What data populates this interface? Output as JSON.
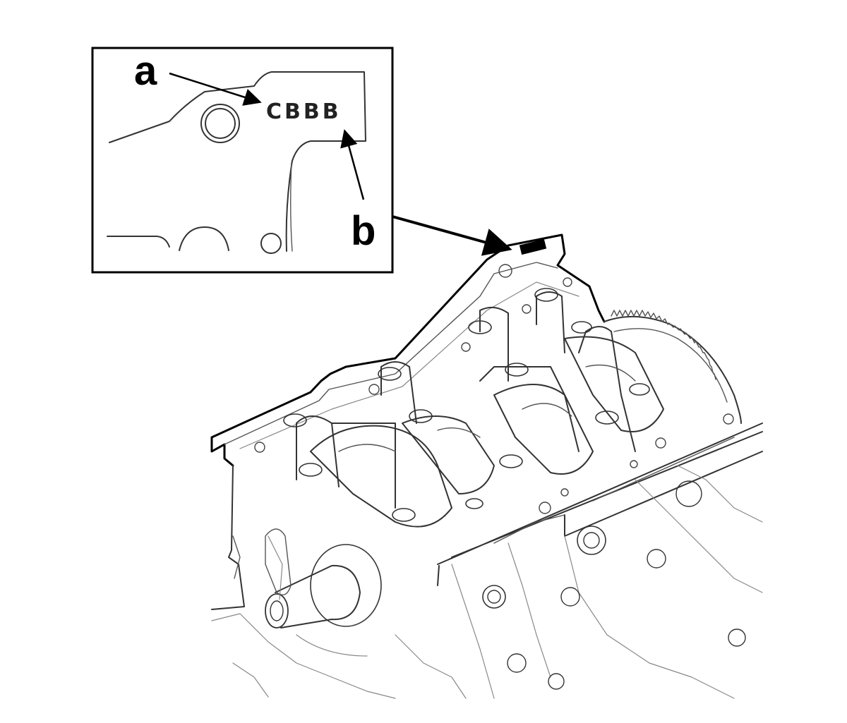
{
  "detail": {
    "code": "CBBB",
    "label_a": "a",
    "label_b": "b"
  },
  "colors": {
    "line": "#333333",
    "frame": "#000000",
    "background": "#ffffff"
  }
}
